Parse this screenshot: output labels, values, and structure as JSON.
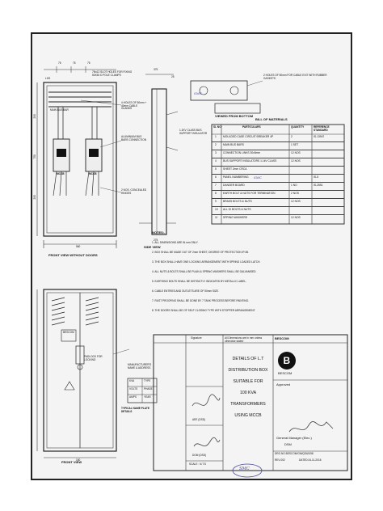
{
  "views": {
    "front_no_doors": "FRONT VIEW WITHOUT DOORS",
    "side": "SIDE VIEW",
    "bottom": "VIEWED FROM BOTTOM",
    "front": "FRONT VIEW",
    "nameplate": "TYPICAL NAME PLATE DETAILS"
  },
  "dims_top": [
    "75",
    "75",
    "75",
    "375",
    "25"
  ],
  "dims_left": [
    "290",
    "750",
    "290"
  ],
  "dim_bottom": "560",
  "dim_bottom2": "150",
  "labels": {
    "slot_holes": "7Nx12 SLOT HOLES FOR FIXING 50X50 D POLE CLAMPS",
    "glands": "4 HOLES OF 50mm + 40mm CABLE GLANDS",
    "mccb": "MCCB",
    "main_bus": "MAIN BUS BAR",
    "aluminium_bus": "ALUMINIUM BUS BARS CONNECTION",
    "lhs": "LHS",
    "support": "1.1KV CLASS BUS SUPPORT INSULATOR",
    "cable_entry": "2 HOLES OF 50mm FOR CABLE EXIT WITH RUBBER GASKETS",
    "hinges": "2 NOS. CONCEALED HINGES",
    "bescom_lbl": "BESCOM",
    "padlock": "PADLOCK FOR LOCKING",
    "manufacturer": "MANUFACTURER'S NAME & ADDRESS",
    "side_dim": "275"
  },
  "bom": {
    "title": "BILL OF MATERIALS",
    "headers": [
      "SL NO",
      "PARTICULARS",
      "QUANTITY",
      "REFERENCE STANDARD"
    ],
    "rows": [
      [
        "1",
        "MOULDED CASE CIRCUIT BREAKER 4P",
        "2",
        "IS-13947"
      ],
      [
        "2",
        "MAIN BUS BARS",
        "1 SET",
        ""
      ],
      [
        "3",
        "CONNECTION LINKS 30x5mm",
        "12 NOS",
        ""
      ],
      [
        "4",
        "BUS SUPPORT INSULATORS 1.1kV CLASS",
        "12 NOS",
        ""
      ],
      [
        "5",
        "SHEET 2mm CRCA",
        "",
        ""
      ],
      [
        "6",
        "PANEL NUMBERING",
        "",
        "IS-5"
      ],
      [
        "7",
        "DANGER BOARD",
        "1 NO",
        "IS-2551"
      ],
      [
        "8",
        "EARTH BOLT & NUTS FOR TERMINATION",
        "2 NOS",
        ""
      ],
      [
        "9",
        "BRASS BOLTS & NUTS",
        "12 NOS",
        ""
      ],
      [
        "10",
        "ALL GI BOLTS & NUTS",
        "",
        ""
      ],
      [
        "11",
        "SPRING WASHERS",
        "12 NOS",
        ""
      ]
    ]
  },
  "notes_title": "NOTES:-",
  "notes": [
    "1. ALL DIMENSIONS ARE IN mm ONLY.",
    "2. BOX SHALL BE MADE OUT OF 2mm SHEET, DEGREE OF PROTECTION IP-55.",
    "3. THE BOX SHALL HAVE ONE LOCKING ARRANGEMENT WITH SPRING LOADED LATCH.",
    "4. ALL NUTS & BOLTS SHALL BE PLAIN & SPRING WASHERS SHALL BE GALVANISED.",
    "5. EARTHING BOLTS SHALL BE DISTINCTLY INDICATED BY METALLIC LABEL.",
    "6. CABLE ENTRIES AND OUTLETS ARE OF 50mm SIZE.",
    "7. RUST PROOFING SHALL BE DONE BY 7 TANK PROCESS BEFORE PAINTING.",
    "8. THE DOORS SHALL BE OF SELF CLOSING TYPE WITH STOPPER ARRANGEMENT."
  ],
  "nameplate_rows": [
    [
      "KVA",
      "TYPE"
    ],
    [
      "VOLTS",
      "PHASE"
    ],
    [
      "AMPS",
      "YEAR"
    ]
  ],
  "title_block": {
    "signature_hdr": "Signature",
    "dim_note": "All Dimensions are in mm unless otherwise stated",
    "title_lines": [
      "DETAILS OF L.T",
      "DISTRIBUTION BOX",
      "SUITABLE FOR",
      "100 KVA",
      "TRANSFORMERS",
      "USING MCCB"
    ],
    "company_code": "BESCOM",
    "company_full": "BESCOM",
    "drawn": "AEE (DSD)",
    "checked": "DGM (DSD)",
    "scale": "SCALE : N.T.S",
    "approved": "Approved",
    "approver": "General Manager (Elec.)",
    "approver_org": "DSM",
    "dwg_no": "DRG.NO.BESCOM/GM/QS&S/58",
    "rev": "REV-002",
    "date": "DATED:24-11-2016"
  },
  "handwritten": {
    "smc1": "SMC",
    "smc2": "SMC",
    "smc3": "SMC"
  }
}
